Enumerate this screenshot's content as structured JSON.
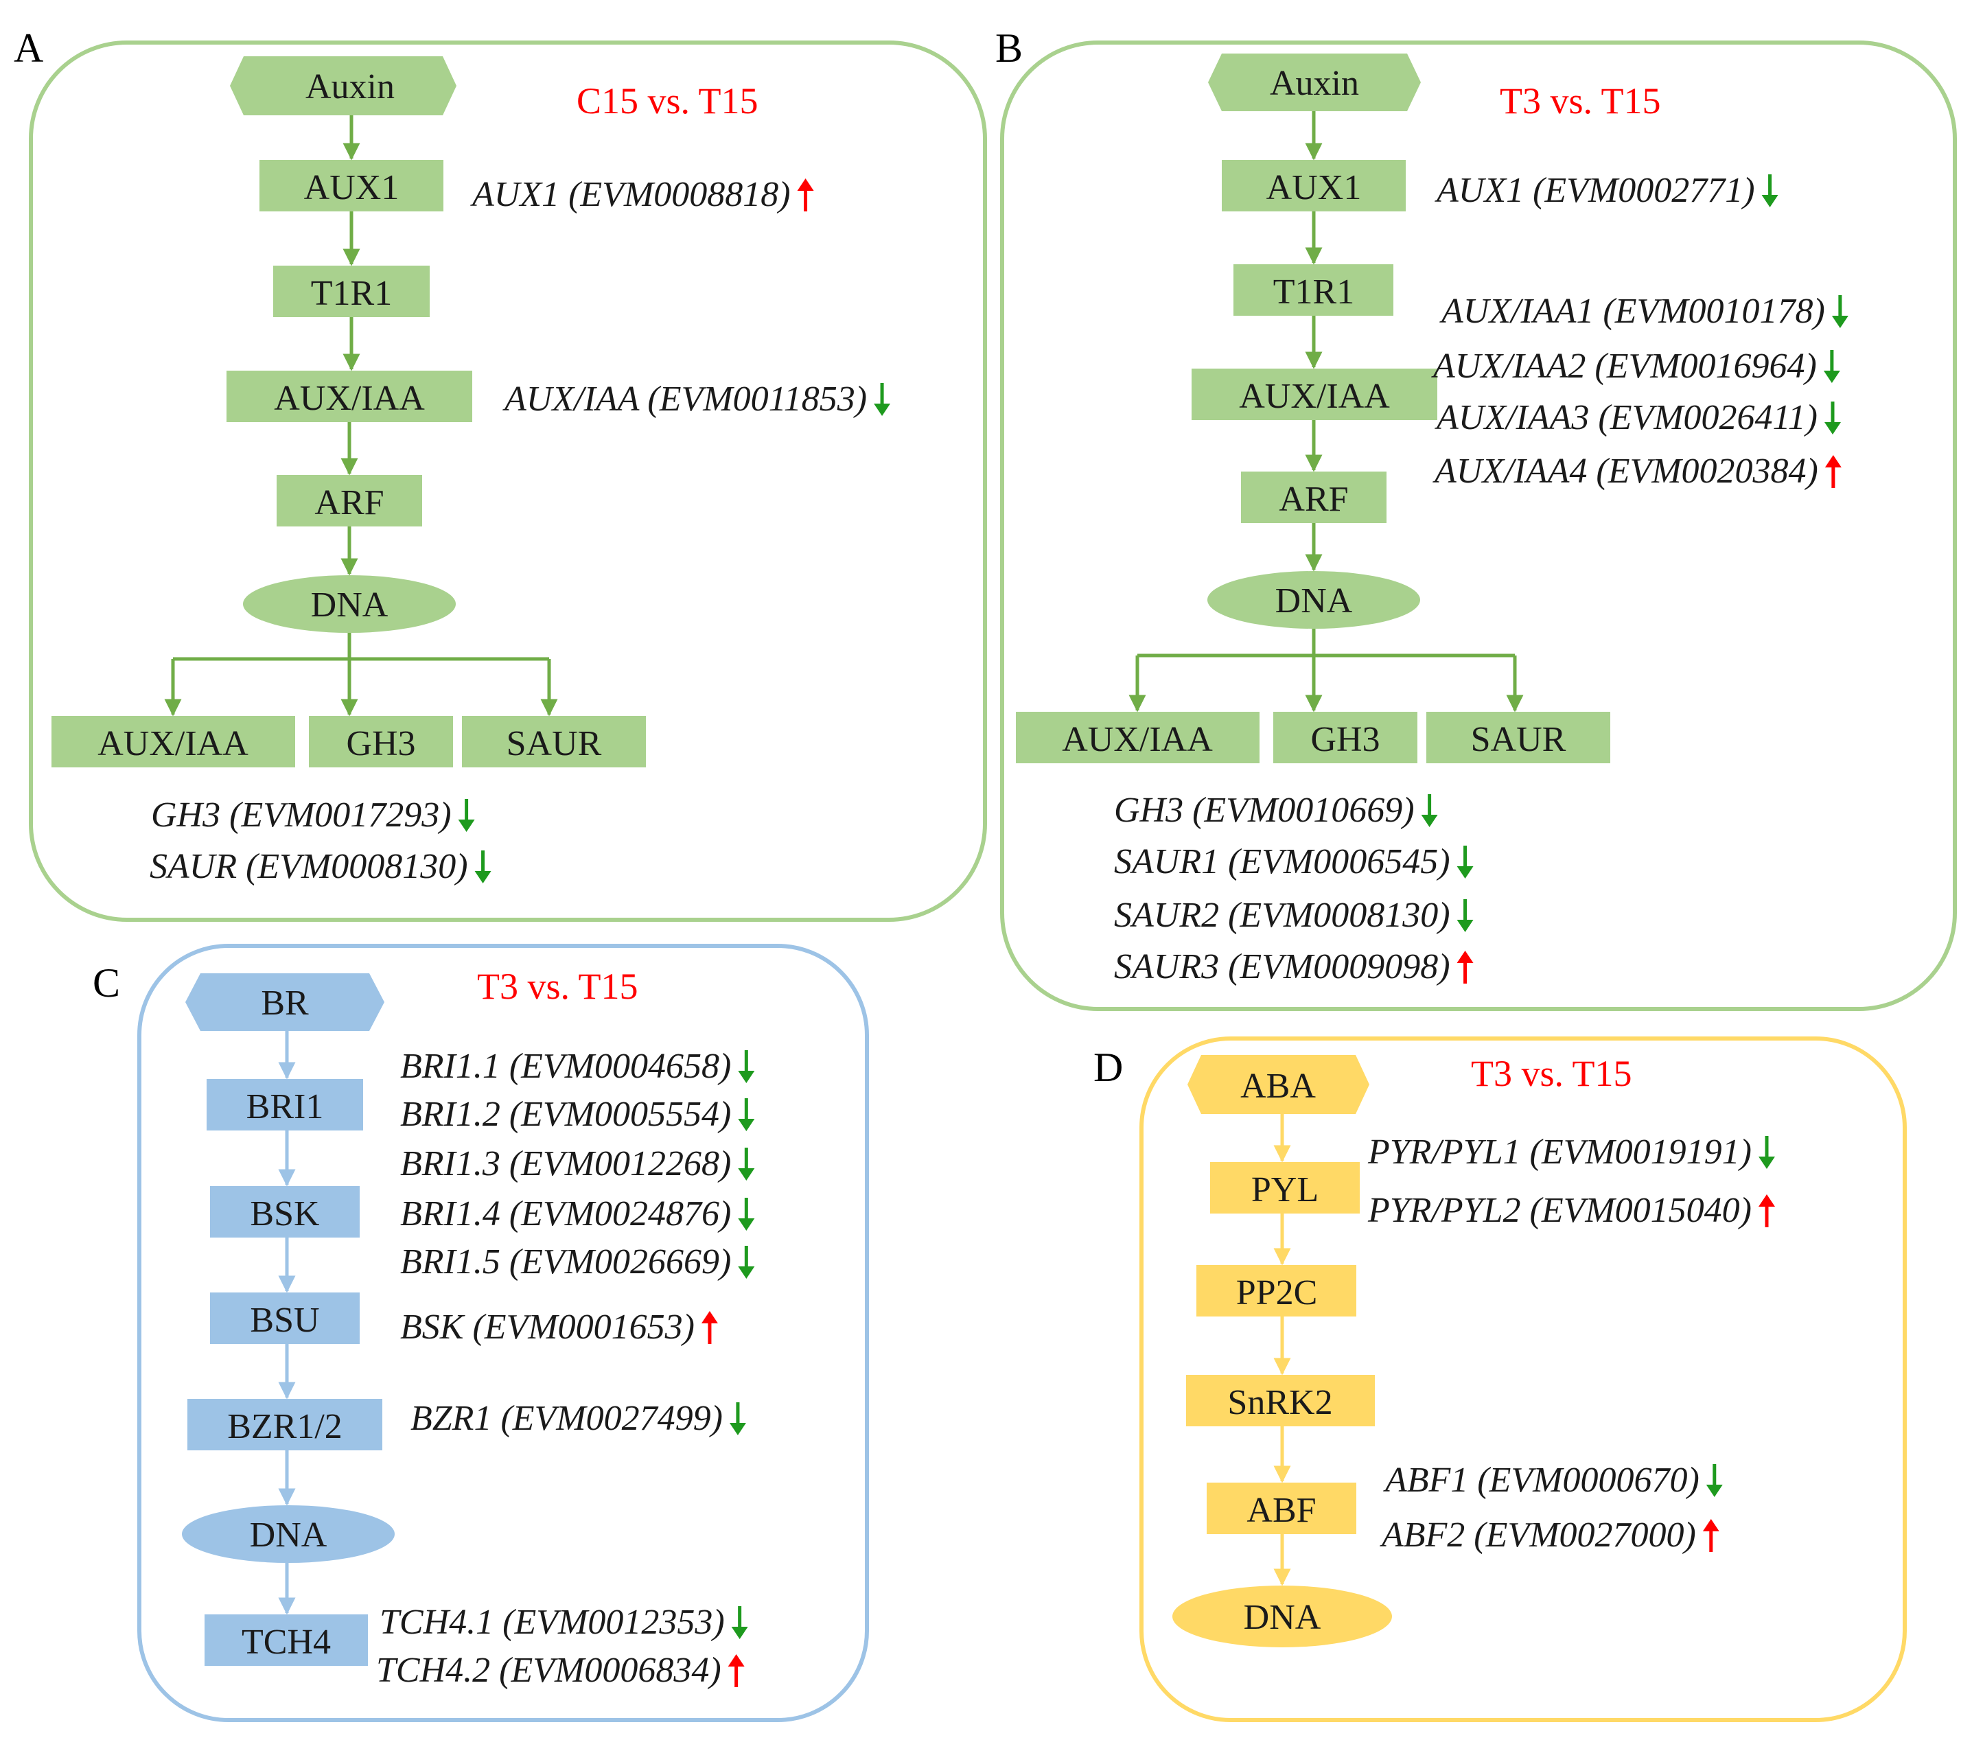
{
  "colors": {
    "up": "#ff0000",
    "down": "#1e9a1e",
    "comparison": "#ff0000",
    "auxin_border": "#a9d18e",
    "auxin_fill": "#a9d18e",
    "auxin_arrow": "#70ad47",
    "br_border": "#9dc3e6",
    "br_fill": "#9dc3e6",
    "br_arrow": "#9dc3e6",
    "aba_border": "#ffd966",
    "aba_fill": "#ffd966",
    "aba_arrow": "#ffd966"
  },
  "panels": {
    "A": {
      "label": "A",
      "comparison": "C15 vs. T15",
      "hormone": "Auxin",
      "chain": [
        "AUX1",
        "T1R1",
        "AUX/IAA",
        "ARF",
        "DNA"
      ],
      "targets": [
        "AUX/IAA",
        "GH3",
        "SAUR"
      ],
      "genes": [
        {
          "text": "AUX1 (EVM0008818)",
          "dir": "up"
        },
        {
          "text": "AUX/IAA (EVM0011853)",
          "dir": "down"
        },
        {
          "text": "GH3 (EVM0017293)",
          "dir": "down"
        },
        {
          "text": "SAUR (EVM0008130)",
          "dir": "down"
        }
      ]
    },
    "B": {
      "label": "B",
      "comparison": "T3 vs. T15",
      "hormone": "Auxin",
      "chain": [
        "AUX1",
        "T1R1",
        "AUX/IAA",
        "ARF",
        "DNA"
      ],
      "targets": [
        "AUX/IAA",
        "GH3",
        "SAUR"
      ],
      "genes": [
        {
          "text": "AUX1 (EVM0002771)",
          "dir": "down"
        },
        {
          "text": "AUX/IAA1 (EVM0010178)",
          "dir": "down"
        },
        {
          "text": "AUX/IAA2 (EVM0016964)",
          "dir": "down"
        },
        {
          "text": "AUX/IAA3 (EVM0026411)",
          "dir": "down"
        },
        {
          "text": "AUX/IAA4 (EVM0020384)",
          "dir": "up"
        },
        {
          "text": "GH3 (EVM0010669)",
          "dir": "down"
        },
        {
          "text": "SAUR1 (EVM0006545)",
          "dir": "down"
        },
        {
          "text": "SAUR2 (EVM0008130)",
          "dir": "down"
        },
        {
          "text": "SAUR3 (EVM0009098)",
          "dir": "up"
        }
      ]
    },
    "C": {
      "label": "C",
      "comparison": "T3 vs. T15",
      "hormone": "BR",
      "chain": [
        "BRI1",
        "BSK",
        "BSU",
        "BZR1/2",
        "DNA",
        "TCH4"
      ],
      "genes": [
        {
          "text": "BRI1.1 (EVM0004658)",
          "dir": "down"
        },
        {
          "text": "BRI1.2 (EVM0005554)",
          "dir": "down"
        },
        {
          "text": "BRI1.3 (EVM0012268)",
          "dir": "down"
        },
        {
          "text": "BRI1.4 (EVM0024876)",
          "dir": "down"
        },
        {
          "text": "BRI1.5 (EVM0026669)",
          "dir": "down"
        },
        {
          "text": "BSK (EVM0001653)",
          "dir": "up"
        },
        {
          "text": "BZR1 (EVM0027499)",
          "dir": "down"
        },
        {
          "text": "TCH4.1 (EVM0012353)",
          "dir": "down"
        },
        {
          "text": "TCH4.2 (EVM0006834)",
          "dir": "up"
        }
      ]
    },
    "D": {
      "label": "D",
      "comparison": "T3 vs. T15",
      "hormone": "ABA",
      "chain": [
        "PYL",
        "PP2C",
        "SnRK2",
        "ABF",
        "DNA"
      ],
      "genes": [
        {
          "text": "PYR/PYL1 (EVM0019191)",
          "dir": "down"
        },
        {
          "text": "PYR/PYL2 (EVM0015040)",
          "dir": "up"
        },
        {
          "text": "ABF1 (EVM0000670)",
          "dir": "down"
        },
        {
          "text": "ABF2 (EVM0027000)",
          "dir": "up"
        }
      ]
    }
  }
}
